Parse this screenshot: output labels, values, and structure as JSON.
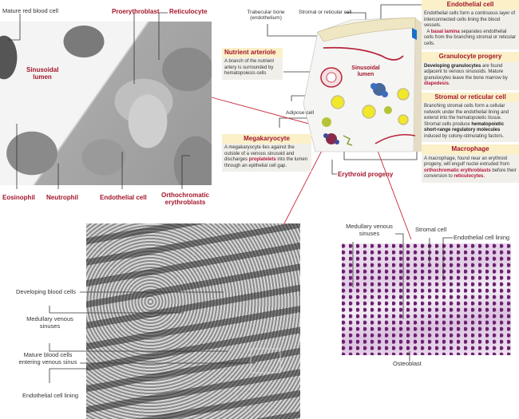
{
  "tem_panel": {
    "labels": {
      "mature_rbc": "Mature red blood cell",
      "proerythroblast": "Proerythroblast",
      "reticulocyte": "Reticulocyte",
      "sinusoidal_lumen_1": "Sinusoidal",
      "sinusoidal_lumen_2": "lumen",
      "eosinophil": "Eosinophil",
      "neutrophil": "Neutrophil",
      "endothelial_cell": "Endothelial cell",
      "orthochromatic_1": "Orthochromatic",
      "orthochromatic_2": "erythroblasts"
    }
  },
  "diagram": {
    "labels": {
      "trabecular_1": "Trabecular bone",
      "trabecular_2": "(endothelium)",
      "stromal": "Stromal or reticular cell",
      "sinusoidal_1": "Sinusoidal",
      "sinusoidal_2": "lumen",
      "adipose": "Adipose cell",
      "erythroid": "Erythroid progeny"
    },
    "nutrient_arteriole": {
      "title": "Nutrient arteriole",
      "text": "A branch of the nutrient artery is surrounded by hematopoiesis cells"
    },
    "megakaryocyte": {
      "title": "Megakaryocyte",
      "text_1": "A megakaryocyte lies against the outside of a venous sinusoid and discharges ",
      "highlight": "proplatelets",
      "text_2": " into the lumen through an epithelial cell gap."
    },
    "endothelial_cell": {
      "title": "Endothelial cell",
      "text_1": "Endothelial cells form a continuous layer of interconnected cells lining the blood vessels.",
      "text_2a": "A ",
      "highlight": "basal lamina",
      "text_2b": " separates endothelial cells from the branching stromal or reticular cells."
    },
    "granulocyte": {
      "title": "Granulocyte progery",
      "bold": "Developing granulocytes",
      "text_1": " are found adjacent to venous sinusoids. Mature granulocytes leave the bone marrow by ",
      "highlight": "diapedesis",
      "text_2": "."
    },
    "stromal_cell": {
      "title": "Stromal or reticular cell",
      "text_1": "Branching stromal cells form a cellular network under the endothelial lining and extend into the hematopoietic tissue. Stromal cells produce ",
      "bold": "hematopoietic short-range regulatory molecules",
      "text_2": " induced by colony-stimulating factors."
    },
    "macrophage": {
      "title": "Macrophage",
      "text_1": "A macrophage, found near an erythroid progeny, will engulf nuclei extruded from ",
      "highlight_1": "orthochromatic erythroblasts",
      "text_2": " before their conversion to ",
      "highlight_2": "reticulocytes",
      "text_3": "."
    }
  },
  "sem_panel": {
    "labels": {
      "developing": "Developing blood cells",
      "medullary_1": "Medullary venous",
      "medullary_2": "sinuses",
      "mature_1": "Mature blood cells",
      "mature_2": "entering venous sinus",
      "endothelial": "Endothelial cell lining"
    }
  },
  "histology_panel": {
    "labels": {
      "medullary_1": "Medullary venous",
      "medullary_2": "sinuses",
      "stromal": "Stromal cell",
      "endothelial": "Endothelial cell lining",
      "osteoblast": "Osteoblast"
    }
  },
  "colors": {
    "accent_red": "#a3162b",
    "header_bg": "#fbf0c8",
    "box_bg": "#f1efea"
  }
}
